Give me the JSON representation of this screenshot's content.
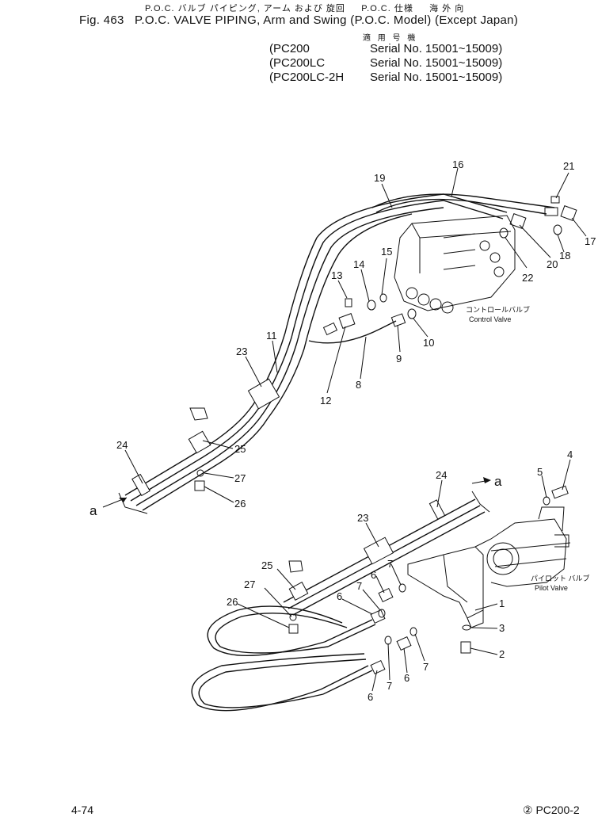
{
  "header": {
    "japanese_title": "P.O.C. バルブ パイピング, アーム および 旋回     P.O.C. 仕様     海 外 向",
    "figure_title": "Fig. 463   P.O.C. VALVE PIPING, Arm and Swing (P.O.C. Model) (Except Japan)",
    "applicable_models_jp": "適 用 号 機",
    "serials": [
      {
        "model": "PC200",
        "serial": "Serial No. 15001~15009"
      },
      {
        "model": "PC200LC",
        "serial": "Serial No. 15001~15009"
      },
      {
        "model": "PC200LC-2H",
        "serial": "Serial No. 15001~15009"
      }
    ]
  },
  "diagram": {
    "control_valve_jp": "コントロールバルブ",
    "control_valve": "Control Valve",
    "pilot_valve_jp": "パイロット バルブ",
    "pilot_valve": "Pilot Valve",
    "ref_a": "a",
    "callouts_upper": [
      "16",
      "17",
      "18",
      "19",
      "20",
      "21",
      "22",
      "15",
      "14",
      "13",
      "12",
      "11",
      "10",
      "9",
      "8",
      "23",
      "24",
      "25",
      "26",
      "27"
    ],
    "callouts_lower": [
      "24",
      "23",
      "25",
      "27",
      "26",
      "6",
      "7",
      "6",
      "7",
      "5",
      "4",
      "1",
      "3",
      "2",
      "7",
      "6",
      "7",
      "6"
    ]
  },
  "footer": {
    "page": "4-74",
    "model": "② PC200-2"
  }
}
